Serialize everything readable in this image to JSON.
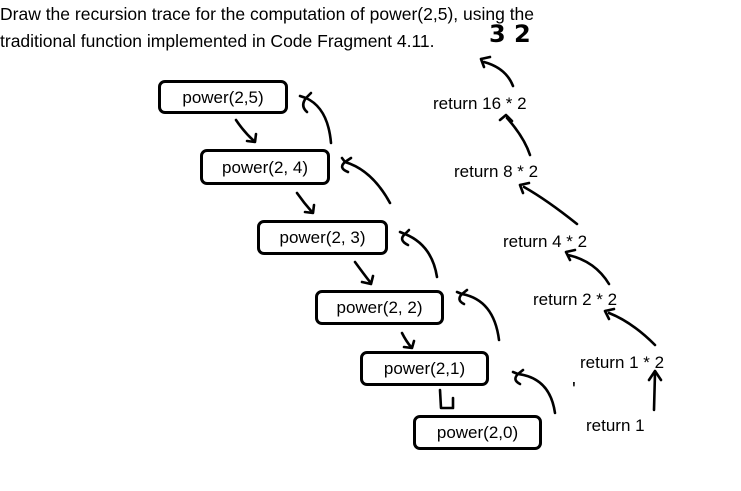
{
  "question": {
    "line1": "Draw the recursion trace for the computation of power(2,5), using the",
    "line2": "traditional function implemented in Code Fragment 4.11."
  },
  "handwritten_result": "3 2",
  "calls": [
    {
      "label": "power(2,5)"
    },
    {
      "label": "power(2, 4)"
    },
    {
      "label": "power(2, 3)"
    },
    {
      "label": "power(2, 2)"
    },
    {
      "label": "power(2,1)"
    },
    {
      "label": "power(2,0)"
    }
  ],
  "returns": [
    {
      "label": "return 16 * 2"
    },
    {
      "label": "return 8 * 2"
    },
    {
      "label": "return 4 * 2"
    },
    {
      "label": "return 2 * 2"
    },
    {
      "label": "return 1 * 2"
    },
    {
      "label": "return 1"
    }
  ],
  "stray_mark": "'"
}
